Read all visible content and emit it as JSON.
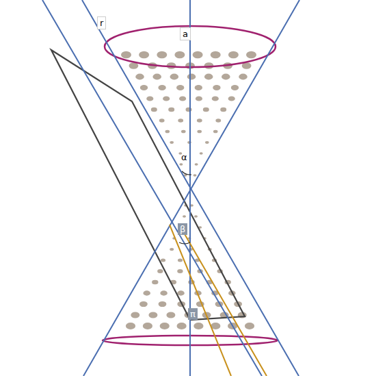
{
  "diagram": {
    "labels": [
      "r",
      "a",
      "α",
      "β",
      "π"
    ]
  }
}
